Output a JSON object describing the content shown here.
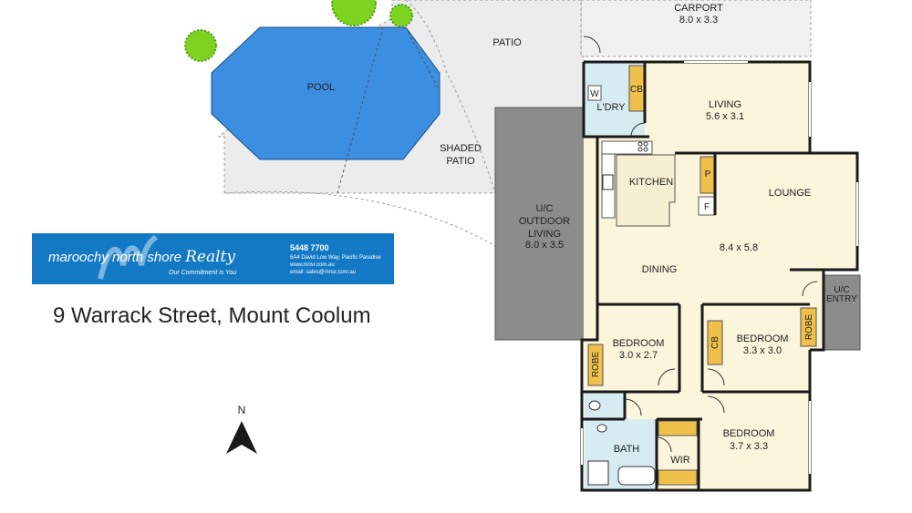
{
  "plan": {
    "rooms": {
      "carport": {
        "label": "CARPORT",
        "dims": "8.0 x 3.3"
      },
      "patio": {
        "label": "PATIO"
      },
      "pool": {
        "label": "POOL"
      },
      "shaded_patio": {
        "line1": "SHADED",
        "line2": "PATIO"
      },
      "outdoor_living": {
        "line1": "U/C",
        "line2": "OUTDOOR",
        "line3": "LIVING",
        "dims": "8.0 x 3.5"
      },
      "laundry": {
        "label": "L'DRY"
      },
      "living": {
        "label": "LIVING",
        "dims": "5.6 x 3.1"
      },
      "kitchen": {
        "label": "KITCHEN"
      },
      "lounge": {
        "label": "LOUNGE"
      },
      "dining": {
        "label": "DINING",
        "dims": "8.4 x 5.8"
      },
      "entry": {
        "line1": "U/C",
        "line2": "ENTRY"
      },
      "bedroom1": {
        "label": "BEDROOM",
        "dims": "3.0 x 2.7"
      },
      "bedroom2": {
        "label": "BEDROOM",
        "dims": "3.3 x 3.0"
      },
      "bedroom3": {
        "label": "BEDROOM",
        "dims": "3.7 x 3.3"
      },
      "bath": {
        "label": "BATH"
      },
      "wir": {
        "label": "WIR"
      }
    },
    "fixtures": {
      "w": "W",
      "cb_laundry": "CB",
      "cb_bedroom": "CB",
      "pantry": "P",
      "fridge": "F",
      "robe_left": "ROBE",
      "robe_right": "ROBE"
    },
    "colors": {
      "wall": "#1a1a1a",
      "floor": "#fbf5dc",
      "wet_area": "#d6ecf2",
      "storage": "#f0c14a",
      "pool": "#3b8ee0",
      "outdoor_grey": "#8c8c8c",
      "patio": "#ececec",
      "tree": "#7ed321"
    }
  },
  "banner": {
    "brand_part1": "maroochy north shore",
    "brand_part2": "Realty",
    "tagline": "Our Commitment is You",
    "phone": "5448 7700",
    "address": "6A4 David Low Way, Pacific Paradise",
    "web": "www.mnsr.com.au",
    "email": "email: sales@mnsr.com.au",
    "color": "#1479c4"
  },
  "address_title": "9 Warrack Street, Mount Coolum",
  "compass": {
    "label": "N"
  }
}
